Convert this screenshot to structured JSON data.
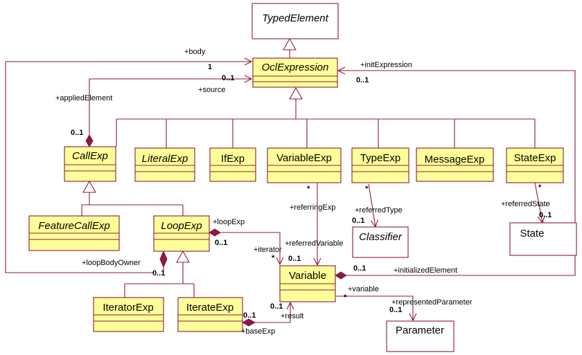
{
  "classes": {
    "typed_element": "TypedElement",
    "ocl_expression": "OclExpression",
    "call_exp": "CallExp",
    "literal_exp": "LiteralExp",
    "if_exp": "IfExp",
    "variable_exp": "VariableExp",
    "type_exp": "TypeExp",
    "message_exp": "MessageExp",
    "state_exp": "StateExp",
    "feature_call_exp": "FeatureCallExp",
    "loop_exp": "LoopExp",
    "classifier": "Classifier",
    "state": "State",
    "variable": "Variable",
    "iterator_exp": "IteratorExp",
    "iterate_exp": "IterateExp",
    "parameter": "Parameter"
  },
  "roles": {
    "body": "+body",
    "init_expression": "+initExpression",
    "source": "+source",
    "applied_element": "+appliedElement",
    "loop_exp": "+loopExp",
    "referring_exp": "+referringExp",
    "referred_type": "+referredType",
    "referred_state": "+referredState",
    "iterator": "+iterator",
    "referred_variable": "+referredVariable",
    "loop_body_owner": "+loopBodyOwner",
    "initialized_element": "+initializedElement",
    "variable": "+variable",
    "represented_parameter": "+representedParameter",
    "result": "+result",
    "base_exp": "+baseExp"
  },
  "multiplicities": {
    "body_one": "1",
    "source_zero_one": "0..1",
    "init_zero_one": "0..1",
    "applied_zero_one": "0..1",
    "loopexp_zero_one": "0..1",
    "varexp_star": "*",
    "typeexp_star": "*",
    "stateexp_star": "*",
    "classifier_zero_one": "0..1",
    "state_zero_one": "0..1",
    "iterator_star": "*",
    "refvar_zero_one": "0..1",
    "initelem_zero_one": "0..1",
    "loopbody_zero_one": "0..1",
    "variable_star": "*",
    "parameter_zero_one": "0..1",
    "result_zero_one": "0..1",
    "baseexp_zero_one": "0..1"
  },
  "colors": {
    "line": "#8b1a3c",
    "box_fill": "#ffff99",
    "box_stroke": "#8b1a3c",
    "plain_fill": "#ffffff"
  }
}
